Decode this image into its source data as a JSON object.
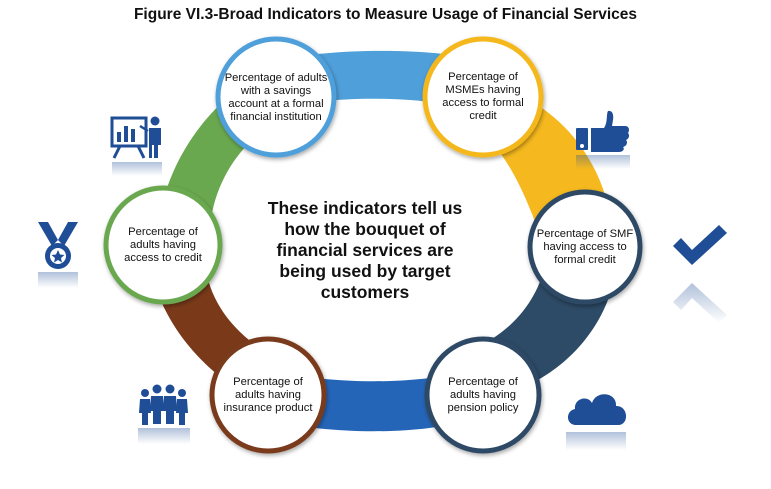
{
  "title": "Figure VI.3-Broad Indicators to Measure Usage of Financial Services",
  "center_text": "These indicators tell us how the bouquet of financial services are being used by target customers",
  "indicators": [
    {
      "label": "Percentage of adults with a savings account at a formal financial institution",
      "color": "#4f9fda"
    },
    {
      "label": "Percentage of MSMEs having access to formal credit",
      "color": "#f5b81e"
    },
    {
      "label": "Percentage of SMF having access to formal credit",
      "color": "#2d4a66"
    },
    {
      "label": "Percentage of adults having pension policy",
      "color": "#2565b8"
    },
    {
      "label": "Percentage of adults having insurance product",
      "color": "#7a3a1a"
    },
    {
      "label": "Percentage of adults having access to credit",
      "color": "#6aa84f"
    }
  ],
  "icons": [
    "presentation-icon",
    "thumbs-up-icon",
    "medal-icon",
    "checkmark-icon",
    "people-group-icon",
    "cloud-icon"
  ],
  "colors": {
    "icon_blue": "#1f4e97",
    "circle_fill": "#ffffff"
  }
}
